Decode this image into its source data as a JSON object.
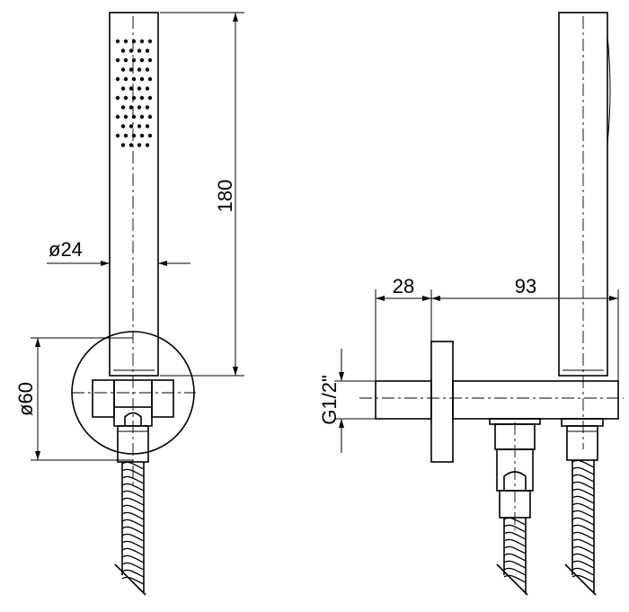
{
  "drawing": {
    "front_view": {
      "height_label": "180",
      "handle_diameter_label": "ø24",
      "rosette_diameter_label": "ø60"
    },
    "side_view": {
      "thread_label": "G1/2\"",
      "stub_length_label": "28",
      "reach_label": "93"
    }
  }
}
